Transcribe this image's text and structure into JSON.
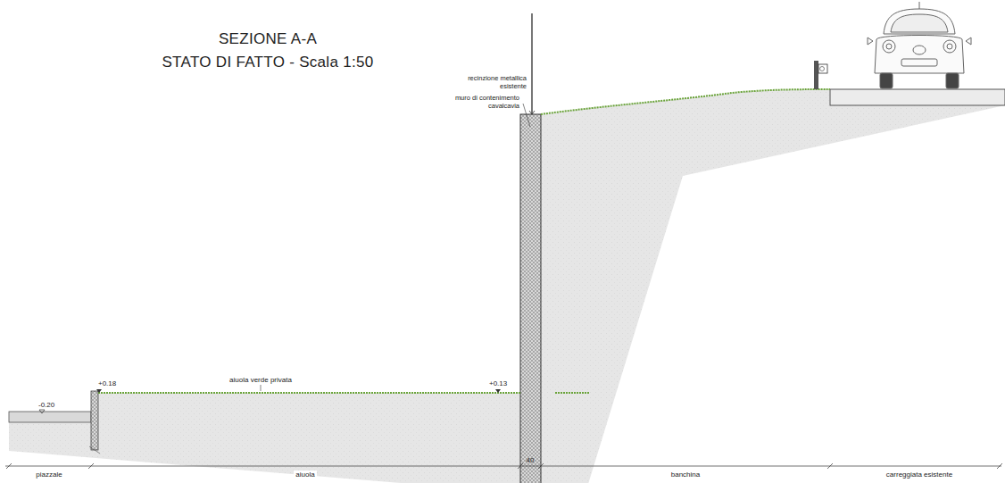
{
  "diagram": {
    "title": "SEZIONE A-A",
    "labels": [
      "STATO DI FATTO - Scala 1:50",
      "recinzione metallica esistente",
      "muro di contenimento cavalcavia",
      "aiuola verde privata",
      "+0.18",
      "-0.20",
      "+0.13",
      "40",
      "piazzale",
      "aiuola",
      "banchina",
      "carreggiata esistente"
    ]
  }
}
